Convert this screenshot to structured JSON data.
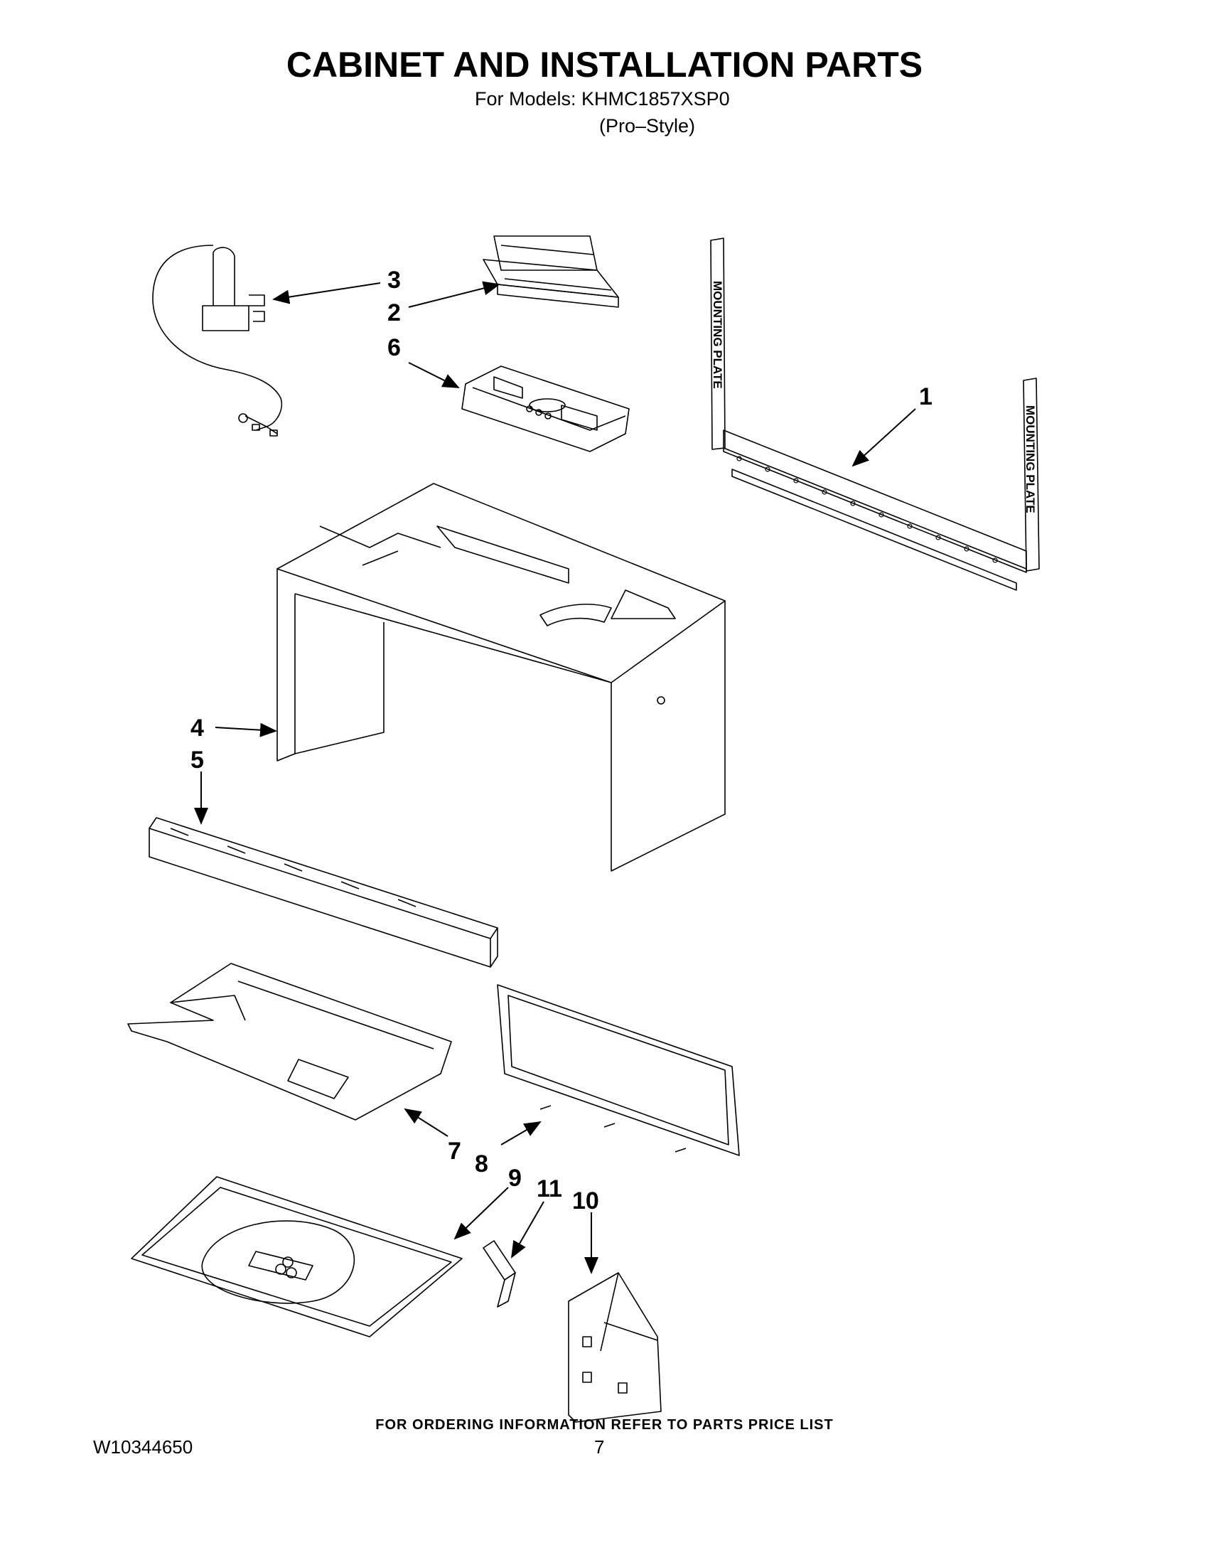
{
  "header": {
    "title": "CABINET AND INSTALLATION PARTS",
    "models_line": "For Models: KHMC1857XSP0",
    "style_line": "(Pro–Style)"
  },
  "callouts": [
    "1",
    "2",
    "3",
    "4",
    "5",
    "6",
    "7",
    "8",
    "9",
    "10",
    "11"
  ],
  "part_labels": {
    "mounting_plate_left": "MOUNTING PLATE",
    "mounting_plate_right": "MOUNTING PLATE"
  },
  "footer": {
    "ordering_info": "FOR ORDERING INFORMATION REFER TO PARTS PRICE LIST",
    "document_number": "W10344650",
    "page_number": "7"
  }
}
